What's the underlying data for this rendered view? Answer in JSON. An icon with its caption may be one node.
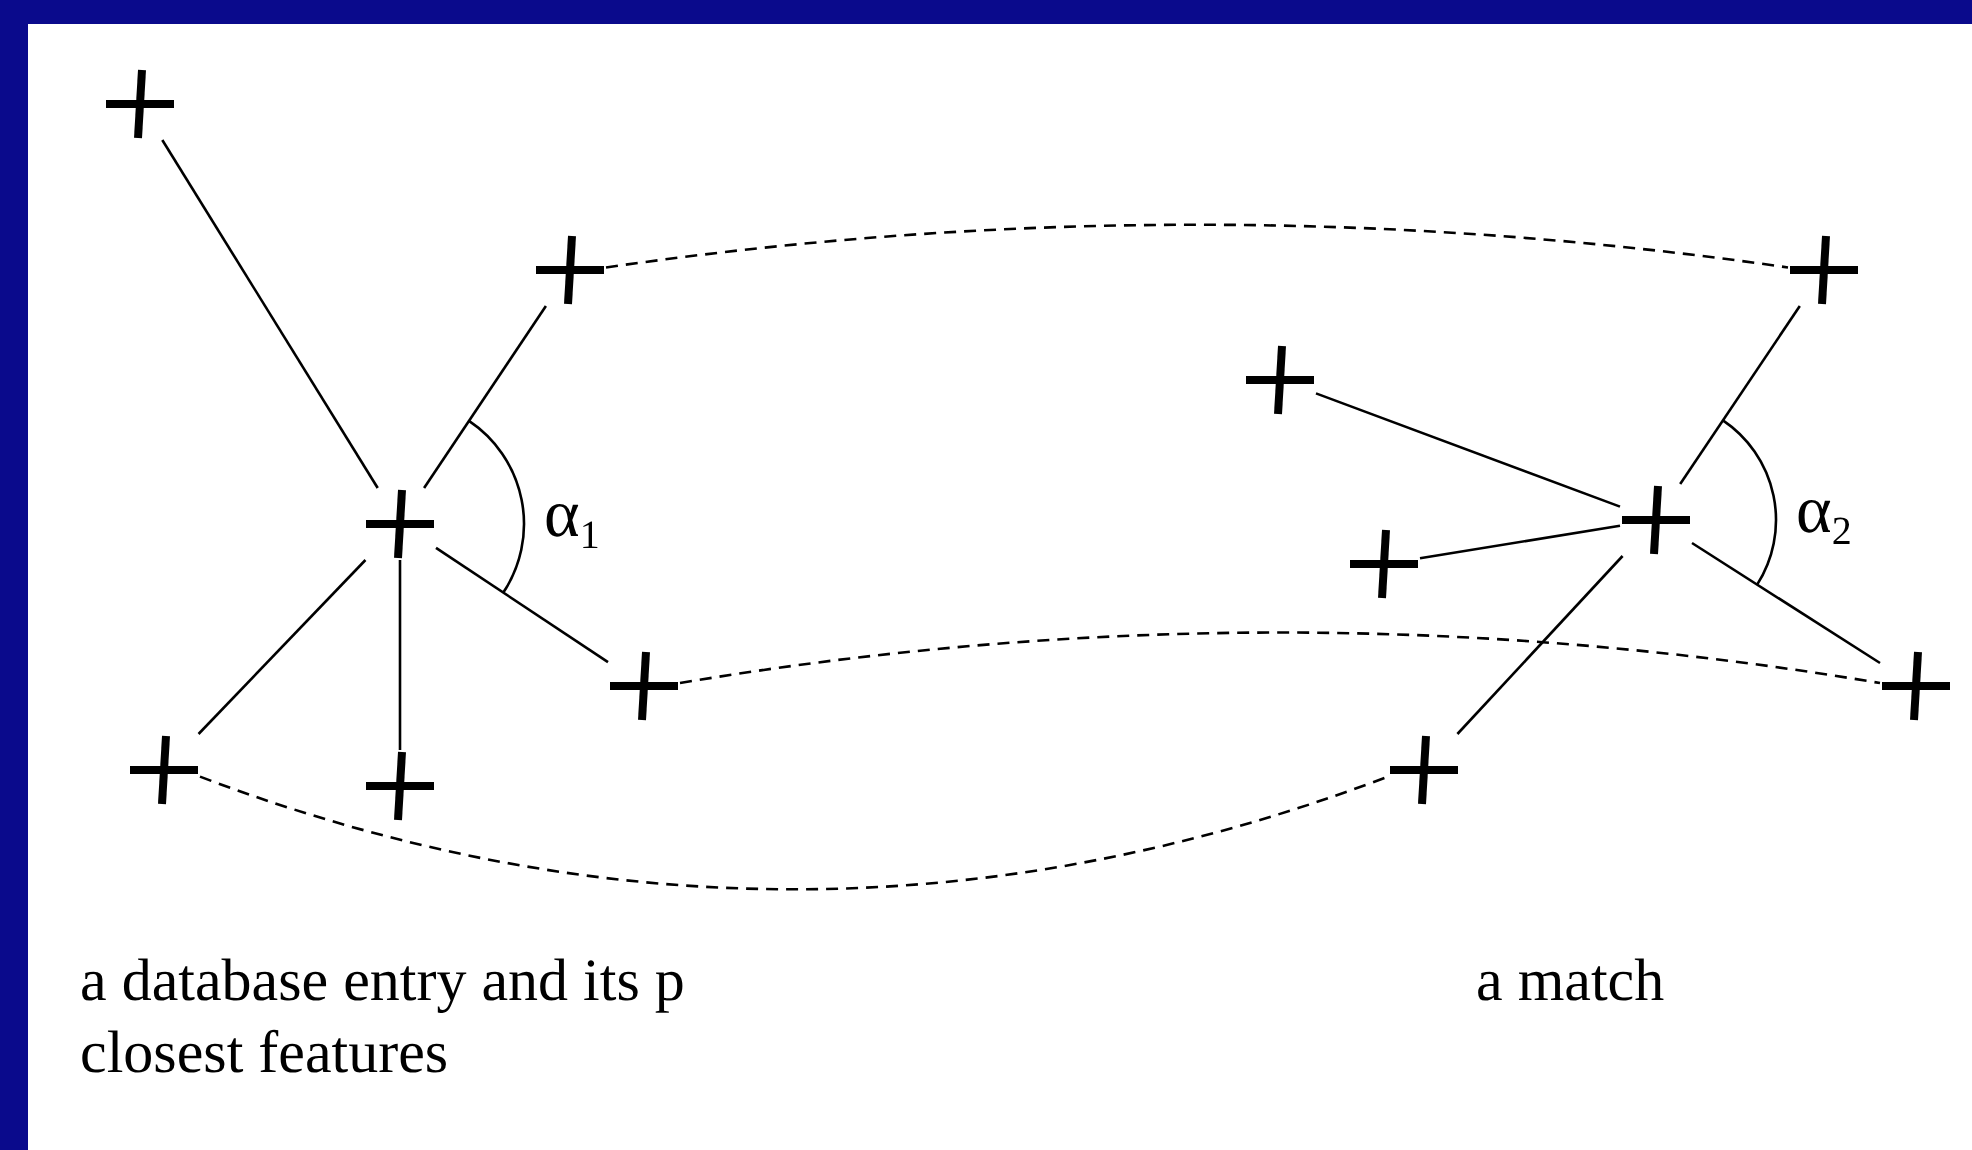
{
  "diagram": {
    "nodes": [
      {
        "text": [],
        "shape": "cross"
      },
      {
        "text": [],
        "shape": "cross"
      },
      {
        "text": [],
        "shape": "cross"
      },
      {
        "text": [],
        "shape": "cross"
      },
      {
        "text": [],
        "shape": "cross"
      },
      {
        "text": [],
        "shape": "cross"
      },
      {
        "text": [],
        "shape": "cross"
      },
      {
        "text": [],
        "shape": "cross"
      },
      {
        "text": [],
        "shape": "cross"
      },
      {
        "text": [],
        "shape": "cross"
      },
      {
        "text": [],
        "shape": "cross"
      },
      {
        "text": [],
        "shape": "cross"
      }
    ],
    "edges": [
      {
        "from": 2,
        "to": 0,
        "arrow": "none"
      },
      {
        "from": 2,
        "to": 1,
        "arrow": "none"
      },
      {
        "from": 2,
        "to": 3,
        "arrow": "none"
      },
      {
        "from": 2,
        "to": 4,
        "arrow": "none"
      },
      {
        "from": 2,
        "to": 5,
        "arrow": "none"
      },
      {
        "from": 8,
        "to": 6,
        "arrow": "none"
      },
      {
        "from": 8,
        "to": 7,
        "arrow": "none"
      },
      {
        "from": 8,
        "to": 9,
        "arrow": "none"
      },
      {
        "from": 8,
        "to": 10,
        "arrow": "none"
      },
      {
        "from": 8,
        "to": 11,
        "arrow": "none"
      },
      {
        "from": 1,
        "to": 6,
        "arrow": "none",
        "style": "dashed"
      },
      {
        "from": 3,
        "to": 11,
        "arrow": "none",
        "style": "dashed"
      },
      {
        "from": 4,
        "to": 10,
        "arrow": "none",
        "style": "dashed"
      }
    ],
    "labels": [
      "α$_{1}$",
      "α$_{2}$",
      "a database entry and its p closest features",
      "a match"
    ]
  }
}
